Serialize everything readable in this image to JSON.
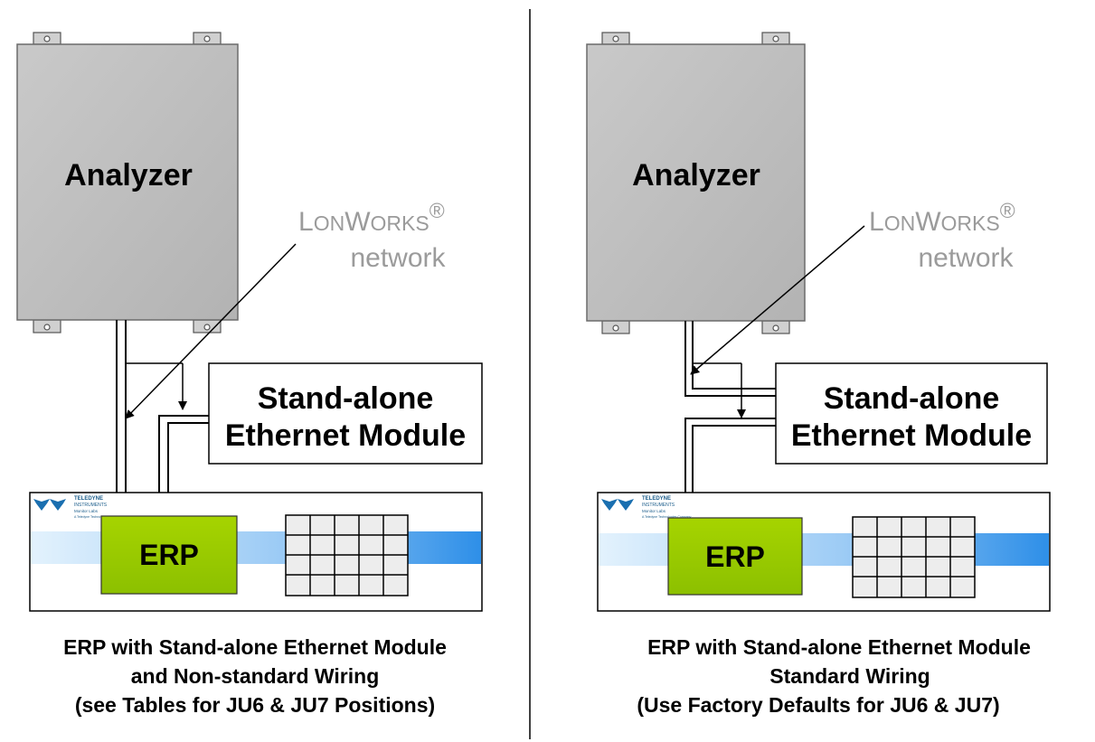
{
  "left": {
    "analyzer_label": "Analyzer",
    "lonworks_first": "L",
    "lonworks_on": "ON",
    "lonworks_w": "W",
    "lonworks_orks": "ORKS",
    "registered": "®",
    "network_label": "network",
    "ethernet_line1": "Stand-alone",
    "ethernet_line2": "Ethernet Module",
    "erp_label": "ERP",
    "logo_line1": "TELEDYNE",
    "logo_line2": "INSTRUMENTS",
    "logo_line3": "Monitor Labs",
    "logo_line4": "A Teledyne Technologies Company",
    "caption_line1": "ERP with Stand-alone Ethernet Module",
    "caption_line2": "and Non-standard Wiring",
    "caption_line3": "(see Tables for JU6 & JU7 Positions)"
  },
  "right": {
    "analyzer_label": "Analyzer",
    "lonworks_first": "L",
    "lonworks_on": "ON",
    "lonworks_w": "W",
    "lonworks_orks": "ORKS",
    "registered": "®",
    "network_label": "network",
    "ethernet_line1": "Stand-alone",
    "ethernet_line2": "Ethernet Module",
    "erp_label": "ERP",
    "logo_line1": "TELEDYNE",
    "logo_line2": "INSTRUMENTS",
    "logo_line3": "Monitor Labs",
    "logo_line4": "A Teledyne Technologies Company",
    "caption_line1": "ERP with Stand-alone Ethernet Module",
    "caption_line2": "Standard Wiring",
    "caption_line3": "(Use Factory Defaults for JU6 & JU7)"
  },
  "colors": {
    "analyzer_fill": "#bebebe",
    "lonworks_text": "#9b9b9b",
    "erp_fill": "#99cc00",
    "grid_fill": "#ededed"
  }
}
